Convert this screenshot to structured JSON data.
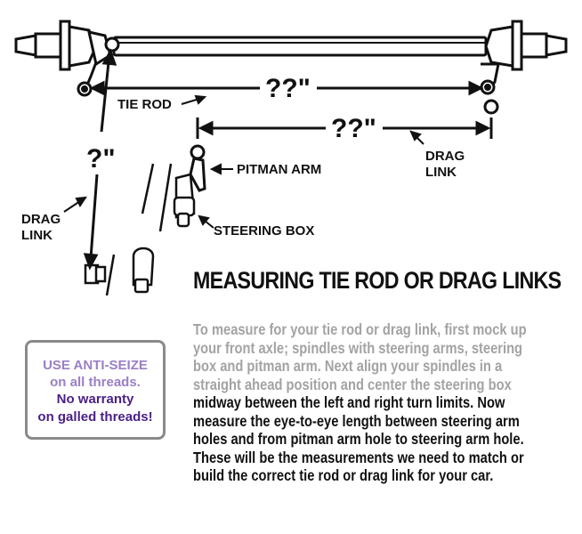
{
  "diagram": {
    "labels": {
      "tie_rod": "TIE ROD",
      "tie_rod_length": "??\"",
      "drag_link_length": "??\"",
      "drag_link_vertical_length": "?\"",
      "drag_link_right": [
        "DRAG",
        "LINK"
      ],
      "drag_link_left": [
        "DRAG",
        "LINK"
      ],
      "pitman_arm": "PITMAN ARM",
      "steering_box": "STEERING BOX"
    }
  },
  "article": {
    "heading": "MEASURING TIE ROD OR DRAG LINKS",
    "body_lines": [
      "To measure for your tie rod or drag link, first mock up",
      "your front axle; spindles with steering arms, steering",
      "box and pitman arm. Next align your spindles in a",
      "straight ahead position and center the steering box",
      "midway between the left and right turn limits. Now",
      "measure the eye-to-eye length between steering arm",
      "holes and from pitman arm hole to steering arm hole.",
      "These will be the measurements we need to match or",
      "build the correct tie rod or drag link for your car."
    ],
    "faded_line_count": 4,
    "faded_color": "#a3a3a3",
    "text_color": "#111111"
  },
  "note": {
    "line1": "USE ANTI-SEIZE",
    "line2": "on all threads.",
    "line3": "No warranty",
    "line4": "on galled threads!",
    "faded_color": "#9a7fc6",
    "strong_color": "#4a1f86",
    "border_color": "#8a8a8a"
  }
}
